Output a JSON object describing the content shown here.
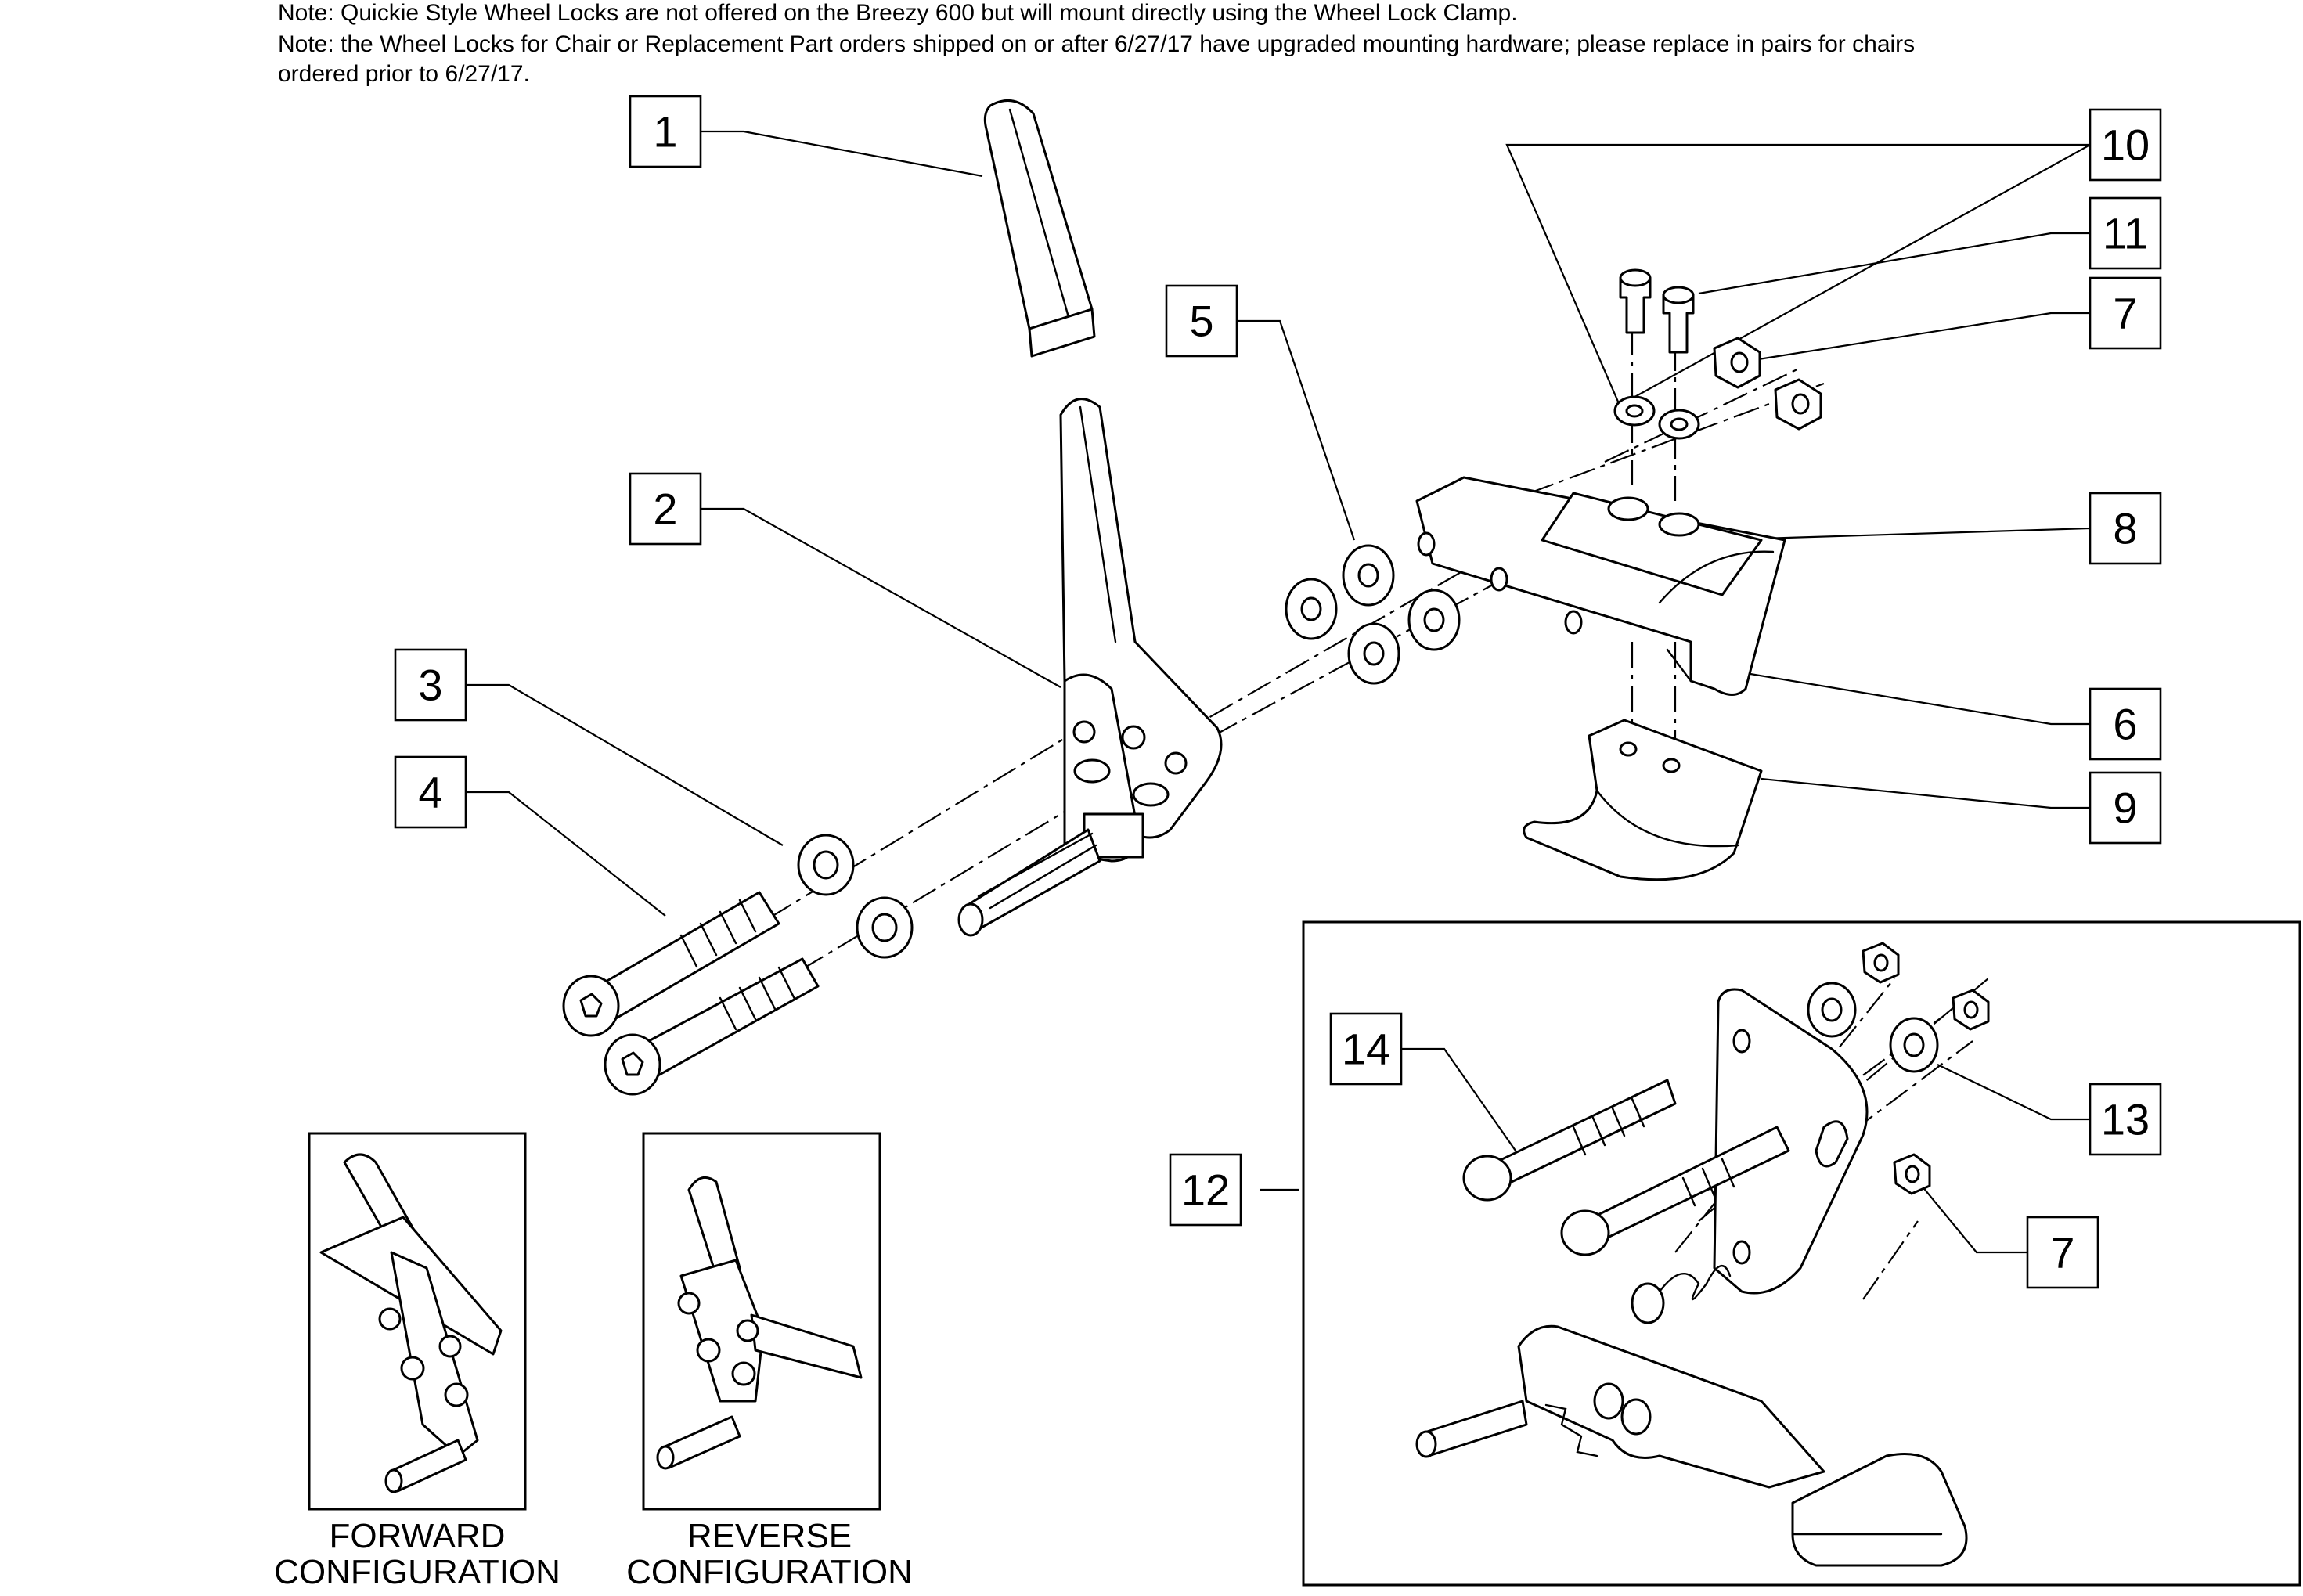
{
  "notes": [
    "Note: Quickie Style Wheel Locks are not offered on the Breezy 600 but will mount directly using the Wheel Lock Clamp.",
    "Note: the Wheel Locks for Chair or Replacement Part orders shipped on or after 6/27/17 have upgraded mounting hardware; please replace in pairs for chairs",
    " ordered prior to 6/27/17."
  ],
  "callouts": {
    "c1": "1",
    "c2": "2",
    "c3": "3",
    "c4": "4",
    "c5": "5",
    "c6": "6",
    "c7a": "7",
    "c8": "8",
    "c9": "9",
    "c10": "10",
    "c11": "11",
    "c12": "12",
    "c13": "13",
    "c14": "14",
    "c7b": "7"
  },
  "captions": {
    "forward_line1": "FORWARD",
    "forward_line2": "CONFIGURATION",
    "reverse_line1": "REVERSE",
    "reverse_line2": "CONFIGURATION"
  }
}
